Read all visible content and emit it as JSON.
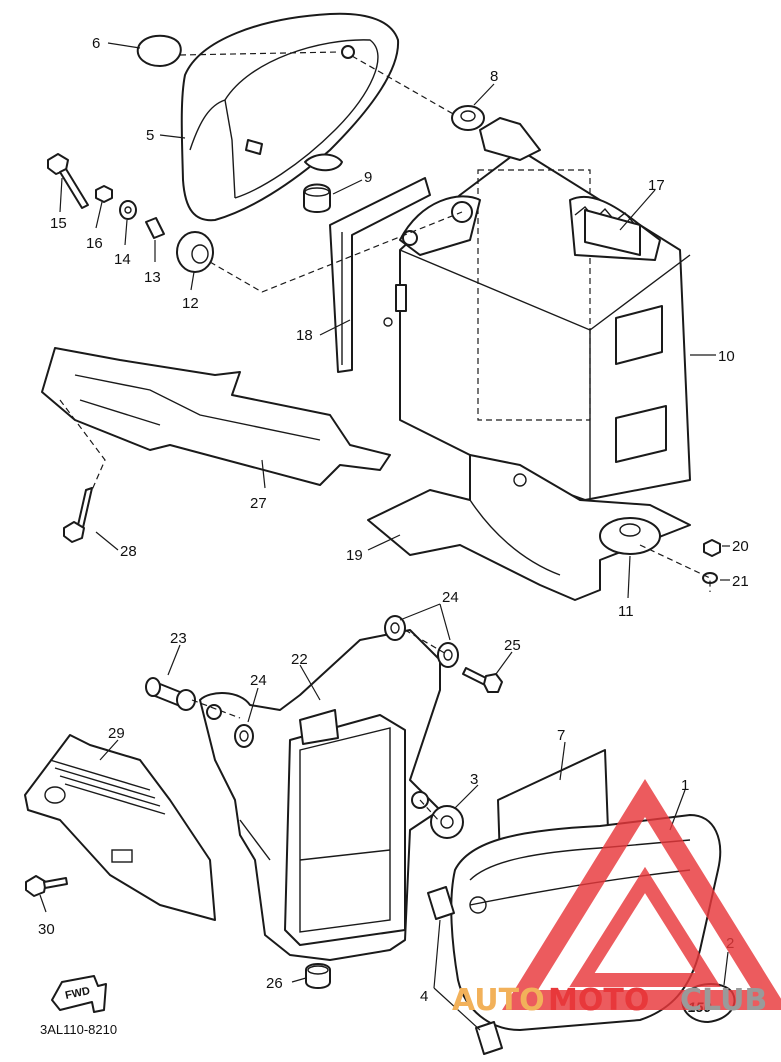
{
  "diagram": {
    "callouts": [
      "1",
      "2",
      "3",
      "4",
      "5",
      "6",
      "7",
      "8",
      "9",
      "10",
      "11",
      "12",
      "13",
      "14",
      "15",
      "16",
      "17",
      "18",
      "19",
      "20",
      "21",
      "22",
      "23",
      "24",
      "24",
      "25",
      "26",
      "27",
      "28",
      "29",
      "30"
    ],
    "fwd_label": "FWD",
    "part_code": "3AL110-8210",
    "badge_text": "150"
  },
  "watermark": {
    "word_left": "AUTO",
    "word_mid": "MOTO",
    "word_right": "CLUB",
    "color_accent": "#e8383b",
    "color_gold": "#f2b15a",
    "color_gray": "#9a9a9a"
  }
}
